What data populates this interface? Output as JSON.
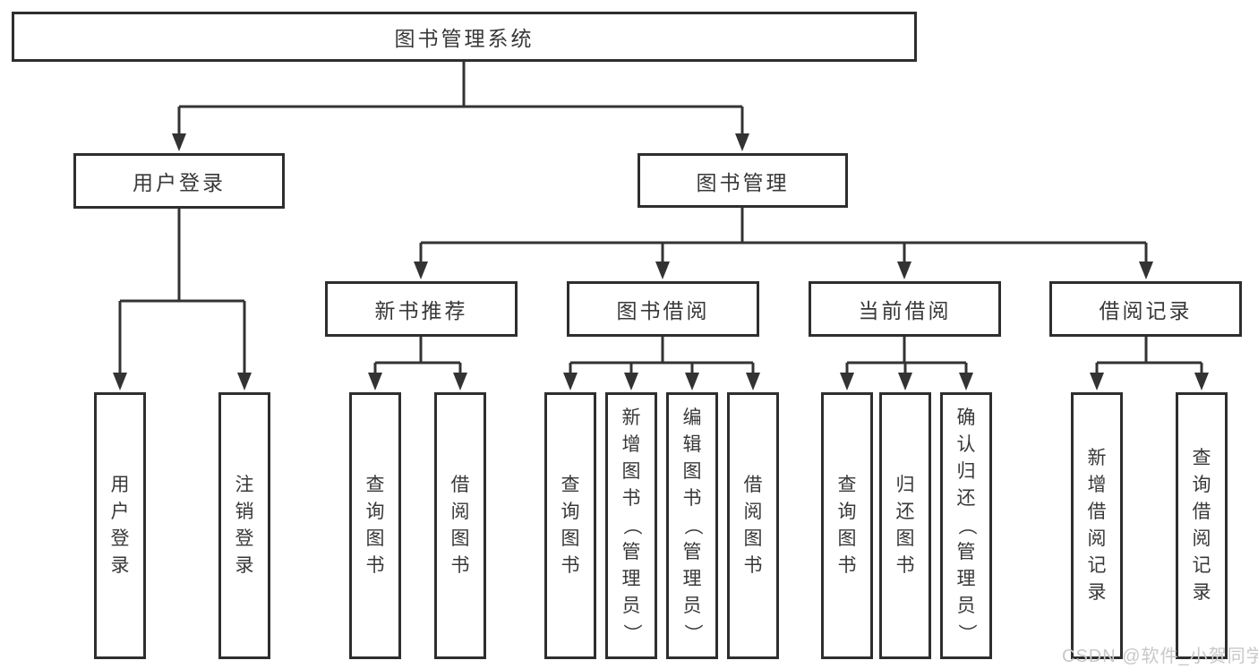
{
  "tree": {
    "root": {
      "label": "图书管理系统"
    },
    "branches": [
      {
        "label": "用户登录",
        "leaves": [
          "用户登录",
          "注销登录"
        ]
      },
      {
        "label": "图书管理",
        "children": [
          {
            "label": "新书推荐",
            "leaves": [
              "查询图书",
              "借阅图书"
            ]
          },
          {
            "label": "图书借阅",
            "leaves": [
              "查询图书",
              "新增图书（管理员）",
              "编辑图书（管理员）",
              "借阅图书"
            ]
          },
          {
            "label": "当前借阅",
            "leaves": [
              "查询图书",
              "归还图书",
              "确认归还（管理员）"
            ]
          },
          {
            "label": "借阅记录",
            "leaves": [
              "新增借阅记录",
              "查询借阅记录"
            ]
          }
        ]
      }
    ]
  },
  "watermark": "CSDN @软件_小贺同学",
  "colors": {
    "line": "#333333",
    "box_border": "#2e2e2e",
    "box_fill": "#ffffff",
    "text": "#383838",
    "watermark": "#c8c8c8",
    "background": "#ffffff"
  }
}
